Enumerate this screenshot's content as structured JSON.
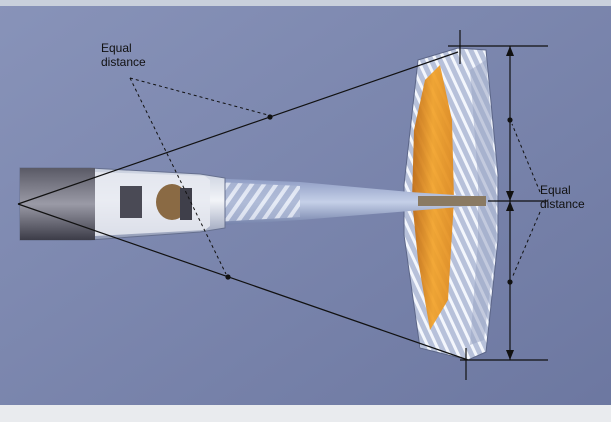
{
  "labels": {
    "left": {
      "line1": "Equal",
      "line2": "distance"
    },
    "right": {
      "line1": "Equal",
      "line2": "distance"
    }
  },
  "colors": {
    "background": "#7783ab",
    "fuselage": "#d9dee9",
    "tailplane": "#c9ced8",
    "stripes": "#eef2fa",
    "line": "#111111"
  }
}
